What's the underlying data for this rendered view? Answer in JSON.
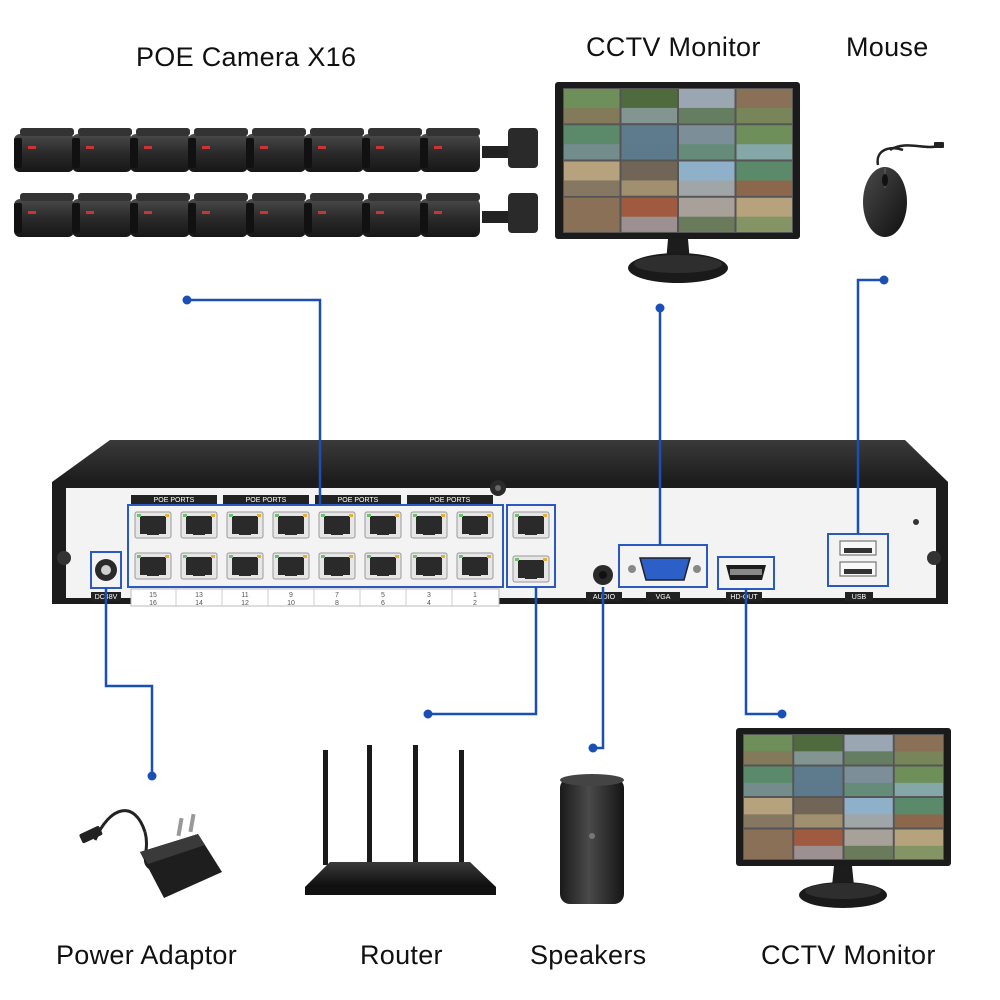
{
  "labels": {
    "cameras": "POE Camera X16",
    "monitor_top": "CCTV Monitor",
    "mouse": "Mouse",
    "power": "Power Adaptor",
    "router": "Router",
    "speakers": "Speakers",
    "monitor_bottom": "CCTV Monitor"
  },
  "nvr": {
    "poe_port_group_label": "POE PORTS",
    "port_numbers_top": [
      "15",
      "13",
      "11",
      "9",
      "7",
      "5",
      "3",
      "1"
    ],
    "port_numbers_bottom": [
      "16",
      "14",
      "12",
      "10",
      "8",
      "6",
      "4",
      "2"
    ],
    "dc_label": "DC48V",
    "audio_label": "AUDIO",
    "vga_label": "VGA",
    "hdmi_label": "HD-OUT",
    "usb_label": "USB"
  },
  "colors": {
    "connector_line": "#1a4fb5",
    "device_body": "#2b2b2b",
    "nvr_panel": "#f2f2f2"
  },
  "devices": {
    "camera_count": 16
  }
}
